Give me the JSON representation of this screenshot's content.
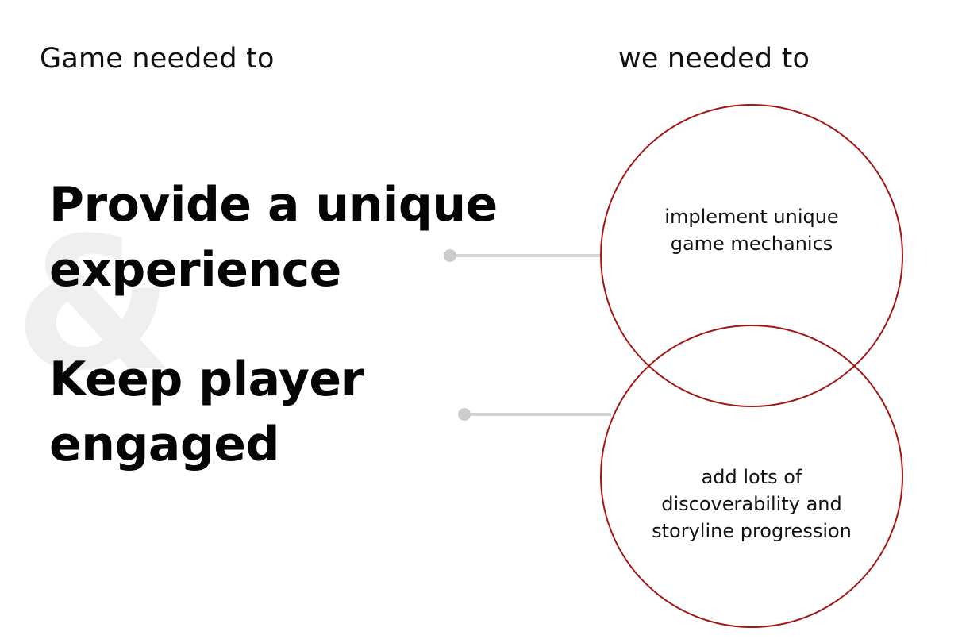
{
  "headings": {
    "left": "Game needed to",
    "right": "we needed to"
  },
  "background_symbol": "&",
  "goals": [
    {
      "lines": [
        "Provide a unique",
        "experience"
      ]
    },
    {
      "lines": [
        "Keep player",
        "engaged"
      ]
    }
  ],
  "solutions": [
    {
      "lines": [
        "implement unique",
        "game mechanics"
      ]
    },
    {
      "lines": [
        "add lots of",
        "discoverability and",
        "storyline progression"
      ]
    }
  ],
  "colors": {
    "circle_stroke": "#a31515",
    "connector": "#d4d4d4",
    "connector_dot": "#cccccc",
    "ampersand": "#efefef"
  }
}
